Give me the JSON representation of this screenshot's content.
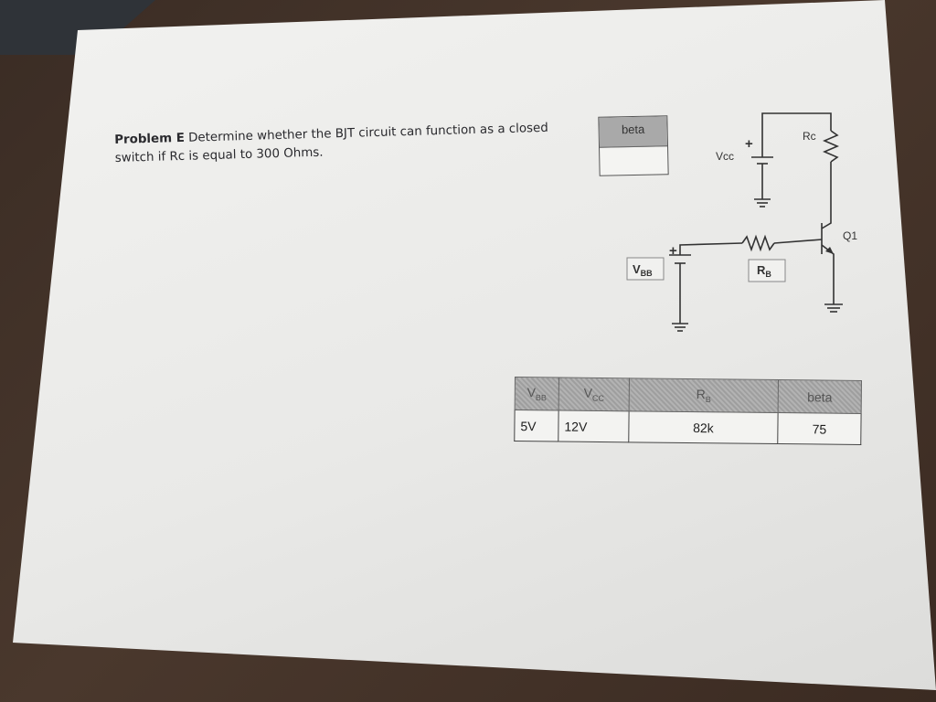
{
  "problem": {
    "label": "Problem E",
    "text": "Determine whether the BJT circuit can function as a closed switch if Rc is equal to 300 Ohms."
  },
  "beta_box": {
    "label": "beta",
    "value": ""
  },
  "circuit": {
    "vcc_label": "Vcc",
    "rc_label": "Rc",
    "q1_label": "Q1",
    "vbb_main": "V",
    "vbb_sub": "BB",
    "rb_main": "R",
    "rb_sub": "B",
    "plus": "+"
  },
  "table": {
    "headers": [
      {
        "main": "V",
        "sub": "BB"
      },
      {
        "main": "V",
        "sub": "CC"
      },
      {
        "main": "R",
        "sub": "B"
      },
      {
        "main": "beta",
        "sub": ""
      }
    ],
    "values": [
      "5V",
      "12V",
      "82k",
      "75"
    ]
  }
}
